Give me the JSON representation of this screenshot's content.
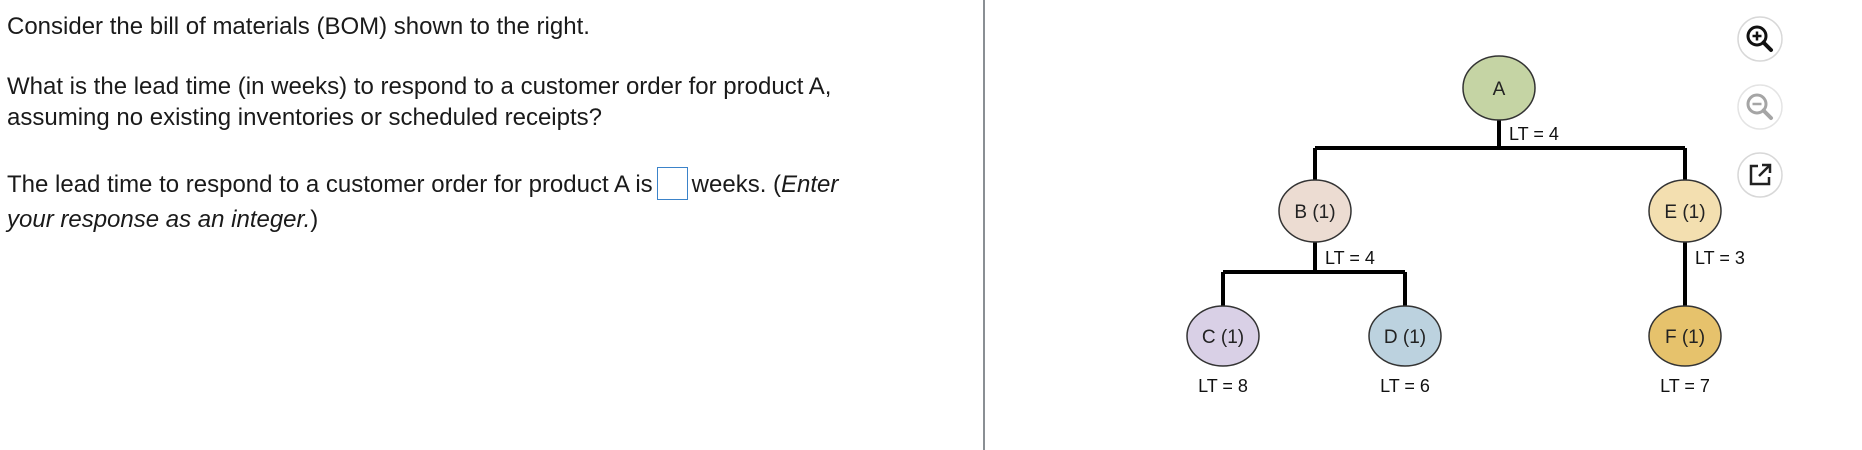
{
  "question": {
    "intro": "Consider the bill of materials (BOM) shown to the right.",
    "prompt_line1": "What is the lead time (in weeks) to respond to a customer order for product A,",
    "prompt_line2": "assuming no existing inventories or scheduled receipts?",
    "answer_prefix": "The lead time to respond to a customer order for product A is",
    "answer_suffix": "weeks. (",
    "hint_italic_1": "Enter",
    "hint_italic_2": "your response as an integer.",
    "hint_close": ")",
    "answer_value": ""
  },
  "bom": {
    "nodes": [
      {
        "id": "A",
        "label": "A",
        "lt_label": "LT = 4",
        "color": "#c5d4a4"
      },
      {
        "id": "B",
        "label": "B (1)",
        "lt_label": "LT = 4",
        "color": "#ecdcd2"
      },
      {
        "id": "C",
        "label": "C (1)",
        "lt_label": "LT = 8",
        "color": "#d9d0e6"
      },
      {
        "id": "D",
        "label": "D (1)",
        "lt_label": "LT = 6",
        "color": "#bcd2df"
      },
      {
        "id": "E",
        "label": "E (1)",
        "lt_label": "LT = 3",
        "color": "#f3dfb0"
      },
      {
        "id": "F",
        "label": "F (1)",
        "lt_label": "LT = 7",
        "color": "#e6c26c"
      }
    ]
  },
  "toolbar": {
    "zoom_in_icon": "zoom-in-icon",
    "zoom_out_icon": "zoom-out-icon",
    "popout_icon": "popout-icon"
  }
}
